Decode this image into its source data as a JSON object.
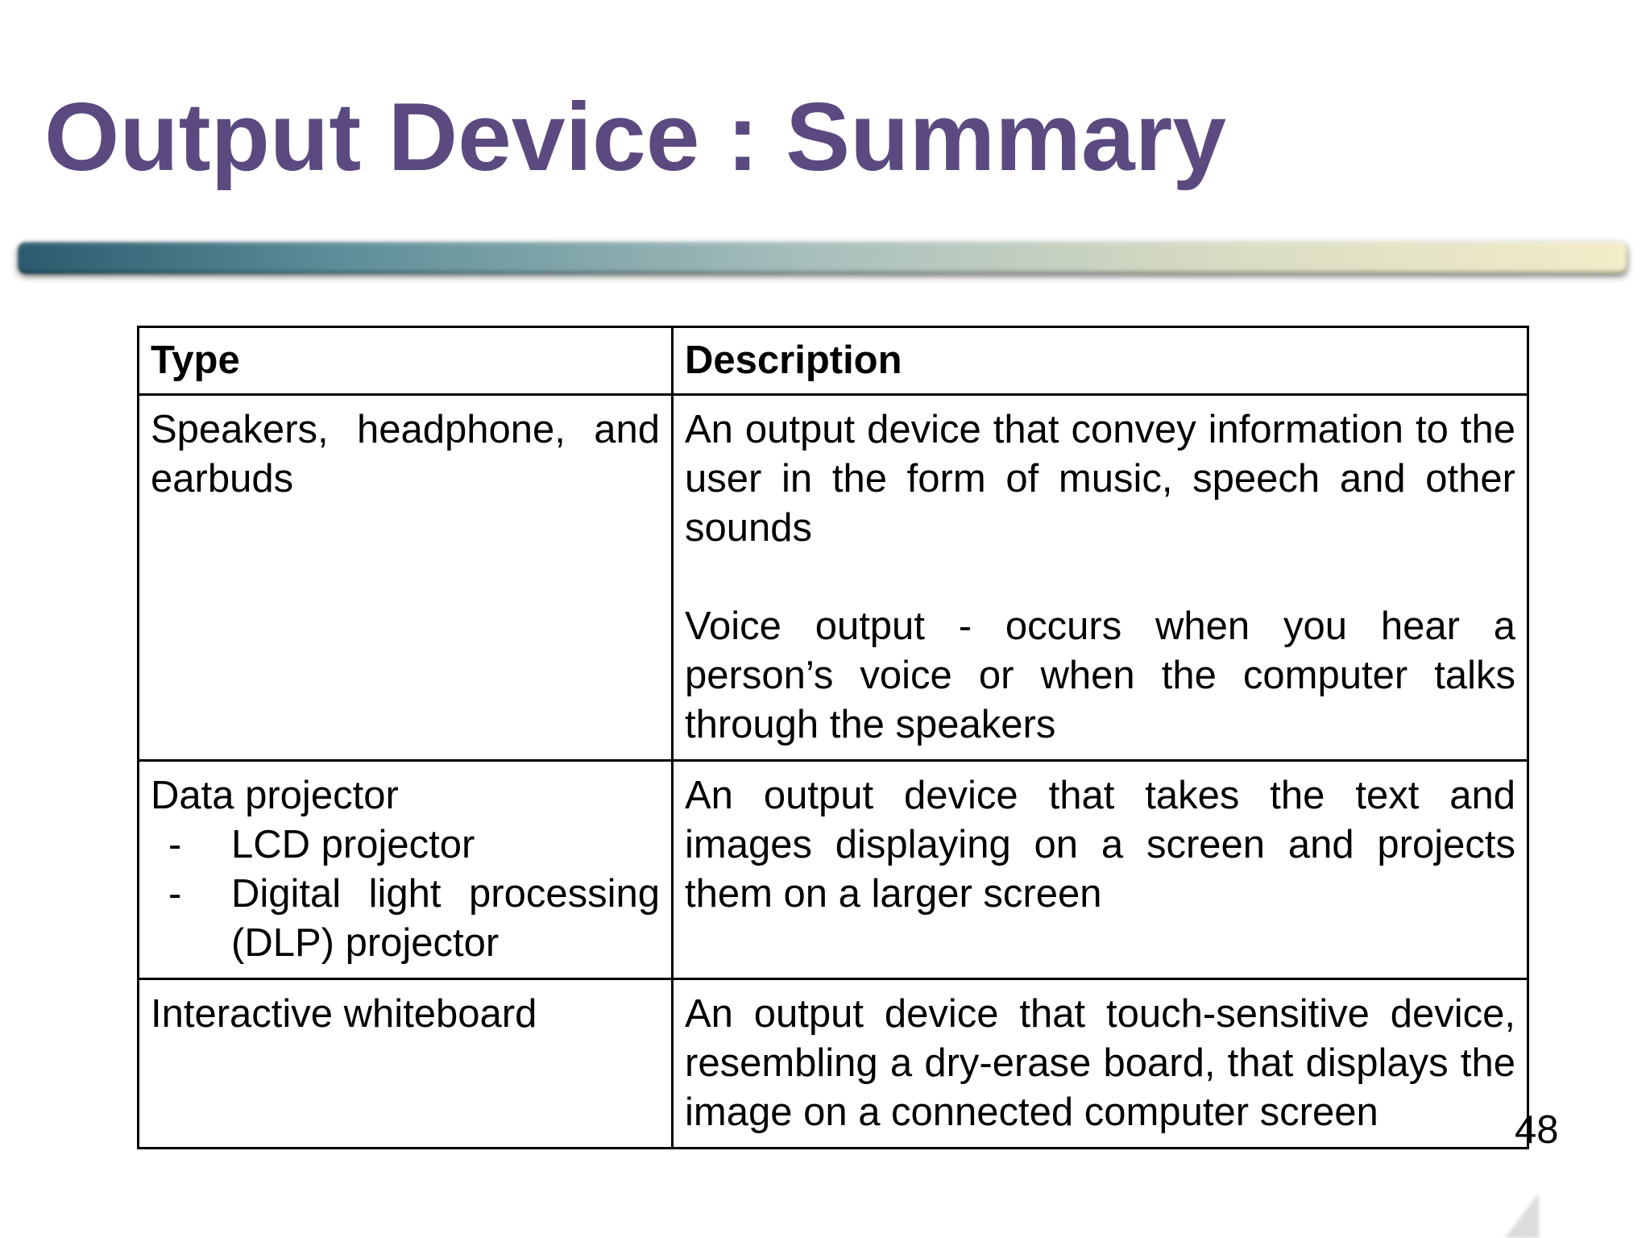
{
  "slide": {
    "title": "Output Device : Summary",
    "page_number": "48"
  },
  "table": {
    "headers": [
      "Type",
      "Description"
    ],
    "rows": [
      {
        "type": "Speakers, headphone, and earbuds",
        "description": [
          "An output device that convey information to the user in the form of music, speech and other sounds",
          "Voice output - occurs when you hear a person’s voice or when the computer talks through the speakers"
        ]
      },
      {
        "type": "Data projector",
        "sub_items": [
          {
            "marker": "-",
            "text": "LCD projector"
          },
          {
            "marker": "-",
            "text": "Digital light processing (DLP) projector"
          }
        ],
        "description": [
          "An output device that takes the text and images displaying on a screen and projects them on a larger screen"
        ]
      },
      {
        "type": "Interactive whiteboard",
        "description": [
          "An output device that touch-sensitive device, resembling a dry-erase board, that displays the image on a connected computer screen"
        ]
      }
    ]
  },
  "colors": {
    "title": "#5b4a80",
    "table_border": "#000000",
    "bar_start": "#2b5a6e",
    "bar_end": "#f3edc9"
  }
}
